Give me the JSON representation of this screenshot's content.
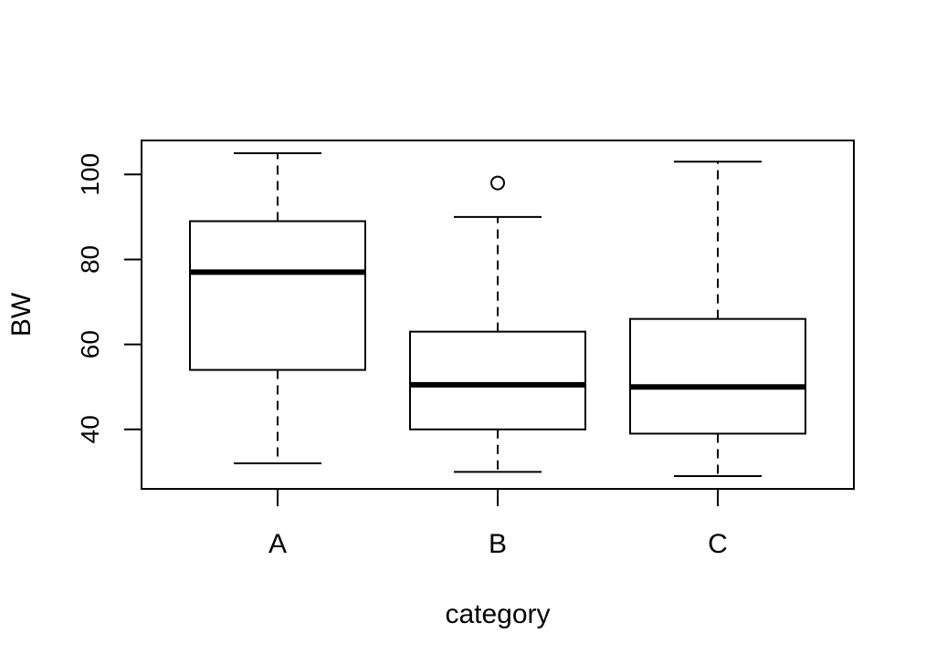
{
  "chart_data": {
    "type": "boxplot",
    "title": "",
    "xlabel": "category",
    "ylabel": "BW",
    "ylim": [
      26,
      108
    ],
    "yticks": [
      40,
      60,
      80,
      100
    ],
    "grid": false,
    "categories": [
      "A",
      "B",
      "C"
    ],
    "boxes": [
      {
        "category": "A",
        "whisker_low": 32,
        "q1": 54,
        "median": 77,
        "q3": 89,
        "whisker_high": 105,
        "outliers": []
      },
      {
        "category": "B",
        "whisker_low": 30,
        "q1": 40,
        "median": 50.5,
        "q3": 63,
        "whisker_high": 90,
        "outliers": [
          98
        ]
      },
      {
        "category": "C",
        "whisker_low": 29,
        "q1": 39,
        "median": 50,
        "q3": 66,
        "whisker_high": 103,
        "outliers": []
      }
    ],
    "colors": {
      "stroke": "#000000",
      "fill": "#ffffff"
    }
  }
}
